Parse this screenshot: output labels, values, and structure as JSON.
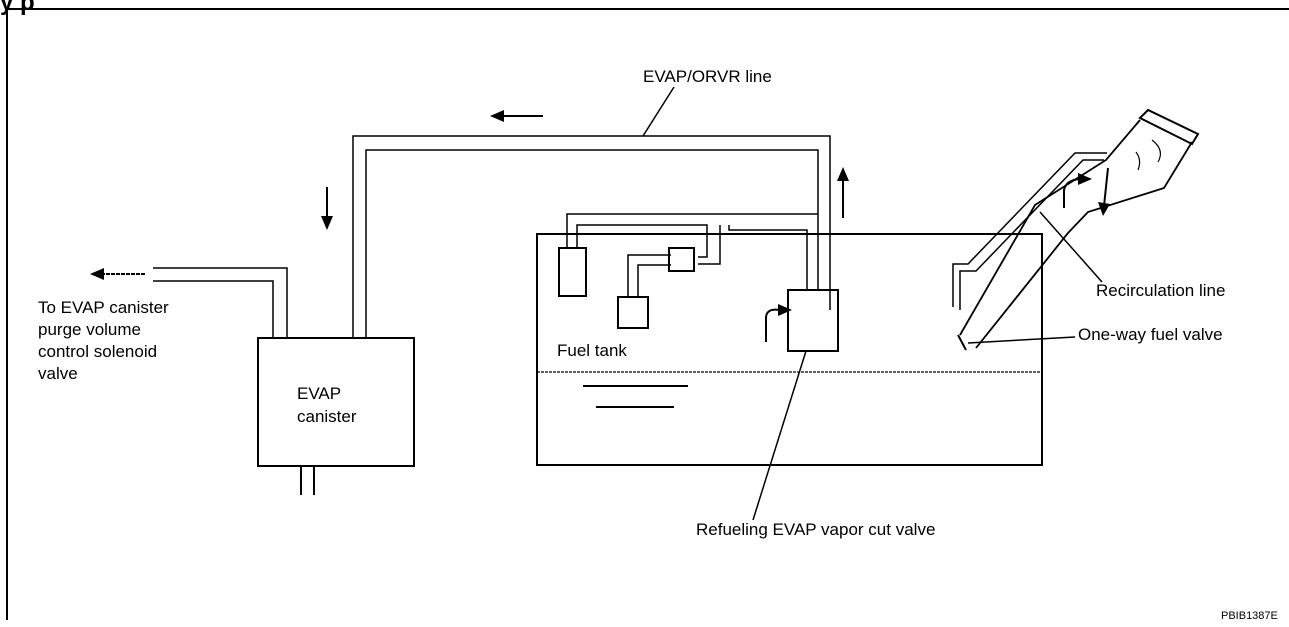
{
  "labels": {
    "evap_orvr_line": "EVAP/ORVR line",
    "to_evap_canister": "To EVAP canister",
    "purge_volume": "purge volume",
    "control_solenoid": "control solenoid",
    "valve": "valve",
    "evap": "EVAP",
    "canister": "canister",
    "fuel_tank": "Fuel tank",
    "recirculation_line": "Recirculation line",
    "one_way_fuel_valve": "One-way fuel valve",
    "refueling_vapor_cut_valve": "Refueling EVAP vapor cut valve",
    "figure_code": "PBIB1387E",
    "title_fragment": "y            p"
  },
  "colors": {
    "line": "#000000",
    "background": "#ffffff"
  }
}
